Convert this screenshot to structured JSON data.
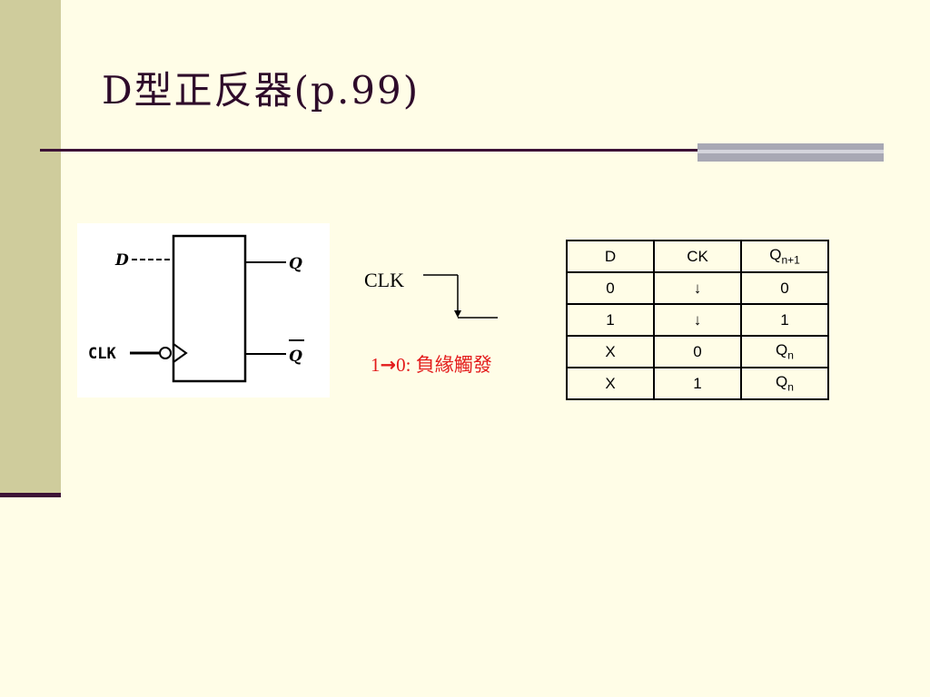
{
  "slide": {
    "title": "D型正反器(p.99)"
  },
  "flipflop": {
    "input_d": "D",
    "input_clk": "CLK",
    "output_q": "Q",
    "output_qbar": "Q"
  },
  "clock": {
    "label": "CLK",
    "edge_from": "1",
    "edge_to": "0: 負緣觸發",
    "arrow": "→"
  },
  "truth_table": {
    "headers": [
      {
        "main": "D",
        "sub": ""
      },
      {
        "main": "CK",
        "sub": ""
      },
      {
        "main": "Q",
        "sub": "n+1"
      }
    ],
    "rows": [
      [
        {
          "main": "0",
          "sub": ""
        },
        {
          "main": "↓",
          "sub": ""
        },
        {
          "main": "0",
          "sub": ""
        }
      ],
      [
        {
          "main": "1",
          "sub": ""
        },
        {
          "main": "↓",
          "sub": ""
        },
        {
          "main": "1",
          "sub": ""
        }
      ],
      [
        {
          "main": "X",
          "sub": ""
        },
        {
          "main": "0",
          "sub": ""
        },
        {
          "main": "Q",
          "sub": "n"
        }
      ],
      [
        {
          "main": "X",
          "sub": ""
        },
        {
          "main": "1",
          "sub": ""
        },
        {
          "main": "Q",
          "sub": "n"
        }
      ]
    ]
  },
  "colors": {
    "background": "#fffde7",
    "sidebar": "#cfcc9c",
    "rule": "#3d1236",
    "accent_bar": "#a8a8b4",
    "note_red": "#e31b1b"
  }
}
